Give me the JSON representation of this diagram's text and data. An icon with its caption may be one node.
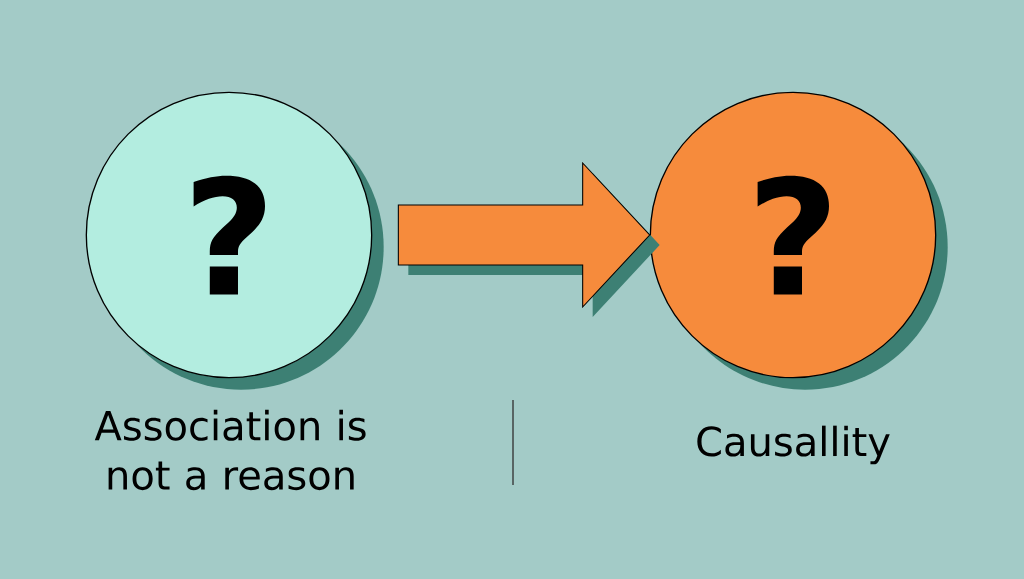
{
  "diagram": {
    "nodes": [
      {
        "text": [
          "?"
        ],
        "beside": [
          "Association is not a reason"
        ]
      },
      {
        "text": [
          "?"
        ],
        "beside": [
          "Causallity"
        ]
      }
    ],
    "edges": [
      {
        "from": 0,
        "to": 1,
        "arrow": "to"
      }
    ]
  }
}
